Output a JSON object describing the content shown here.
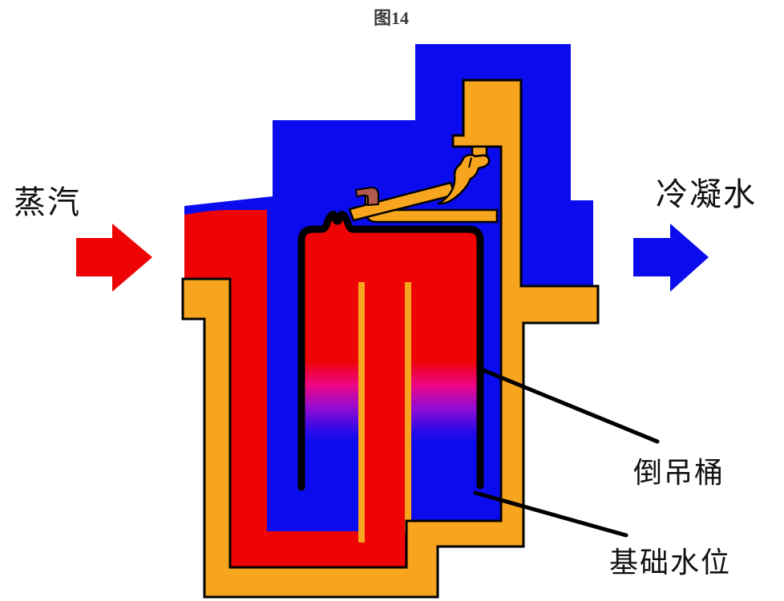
{
  "title": "图14",
  "labels": {
    "steam": "蒸汽",
    "condensate": "冷凝水",
    "inverted_bucket": "倒吊桶",
    "base_water_level": "基础水位"
  },
  "colors": {
    "steam_red": "#ee0404",
    "water_blue": "#0b0cee",
    "casing_orange": "#f7a41f",
    "valve_brown": "#b2594e",
    "outline_black": "#000000",
    "title_gray": "#3a3a3a",
    "label_black": "#111111",
    "background": "#ffffff"
  }
}
